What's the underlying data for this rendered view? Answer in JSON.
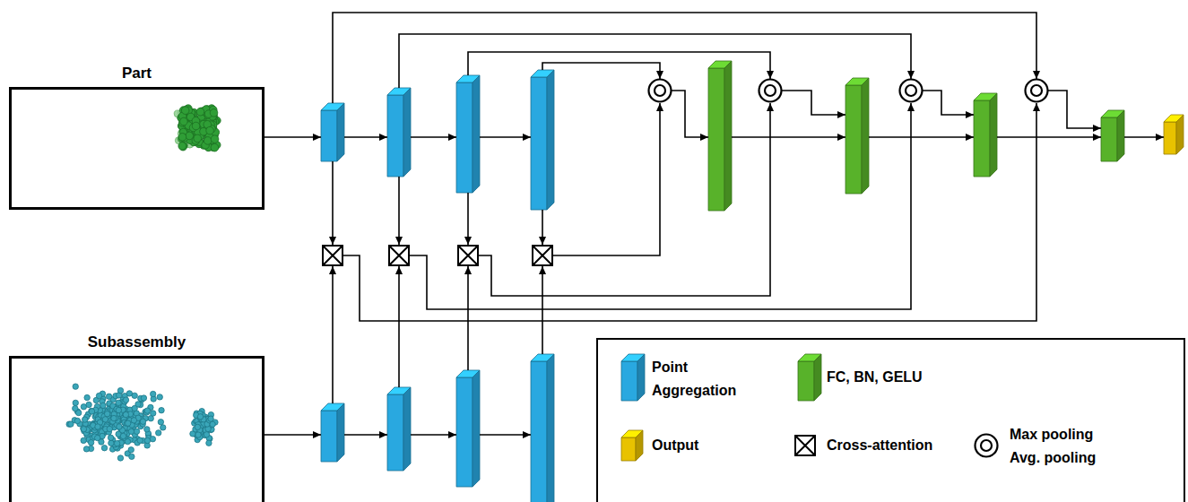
{
  "diagram": {
    "nodes": [
      {
        "text": [
          "Part"
        ]
      },
      {
        "text": [
          "Subassembly"
        ]
      }
    ],
    "legend": [
      {
        "text": "Point Aggregation",
        "color": "#29a8e0"
      },
      {
        "text": "FC, BN, GELU",
        "color": "#58b22a"
      },
      {
        "text": "Output",
        "color": "#e8c200"
      },
      {
        "text": "Cross-attention"
      },
      {
        "text": "Max pooling Avg. pooling"
      }
    ]
  }
}
